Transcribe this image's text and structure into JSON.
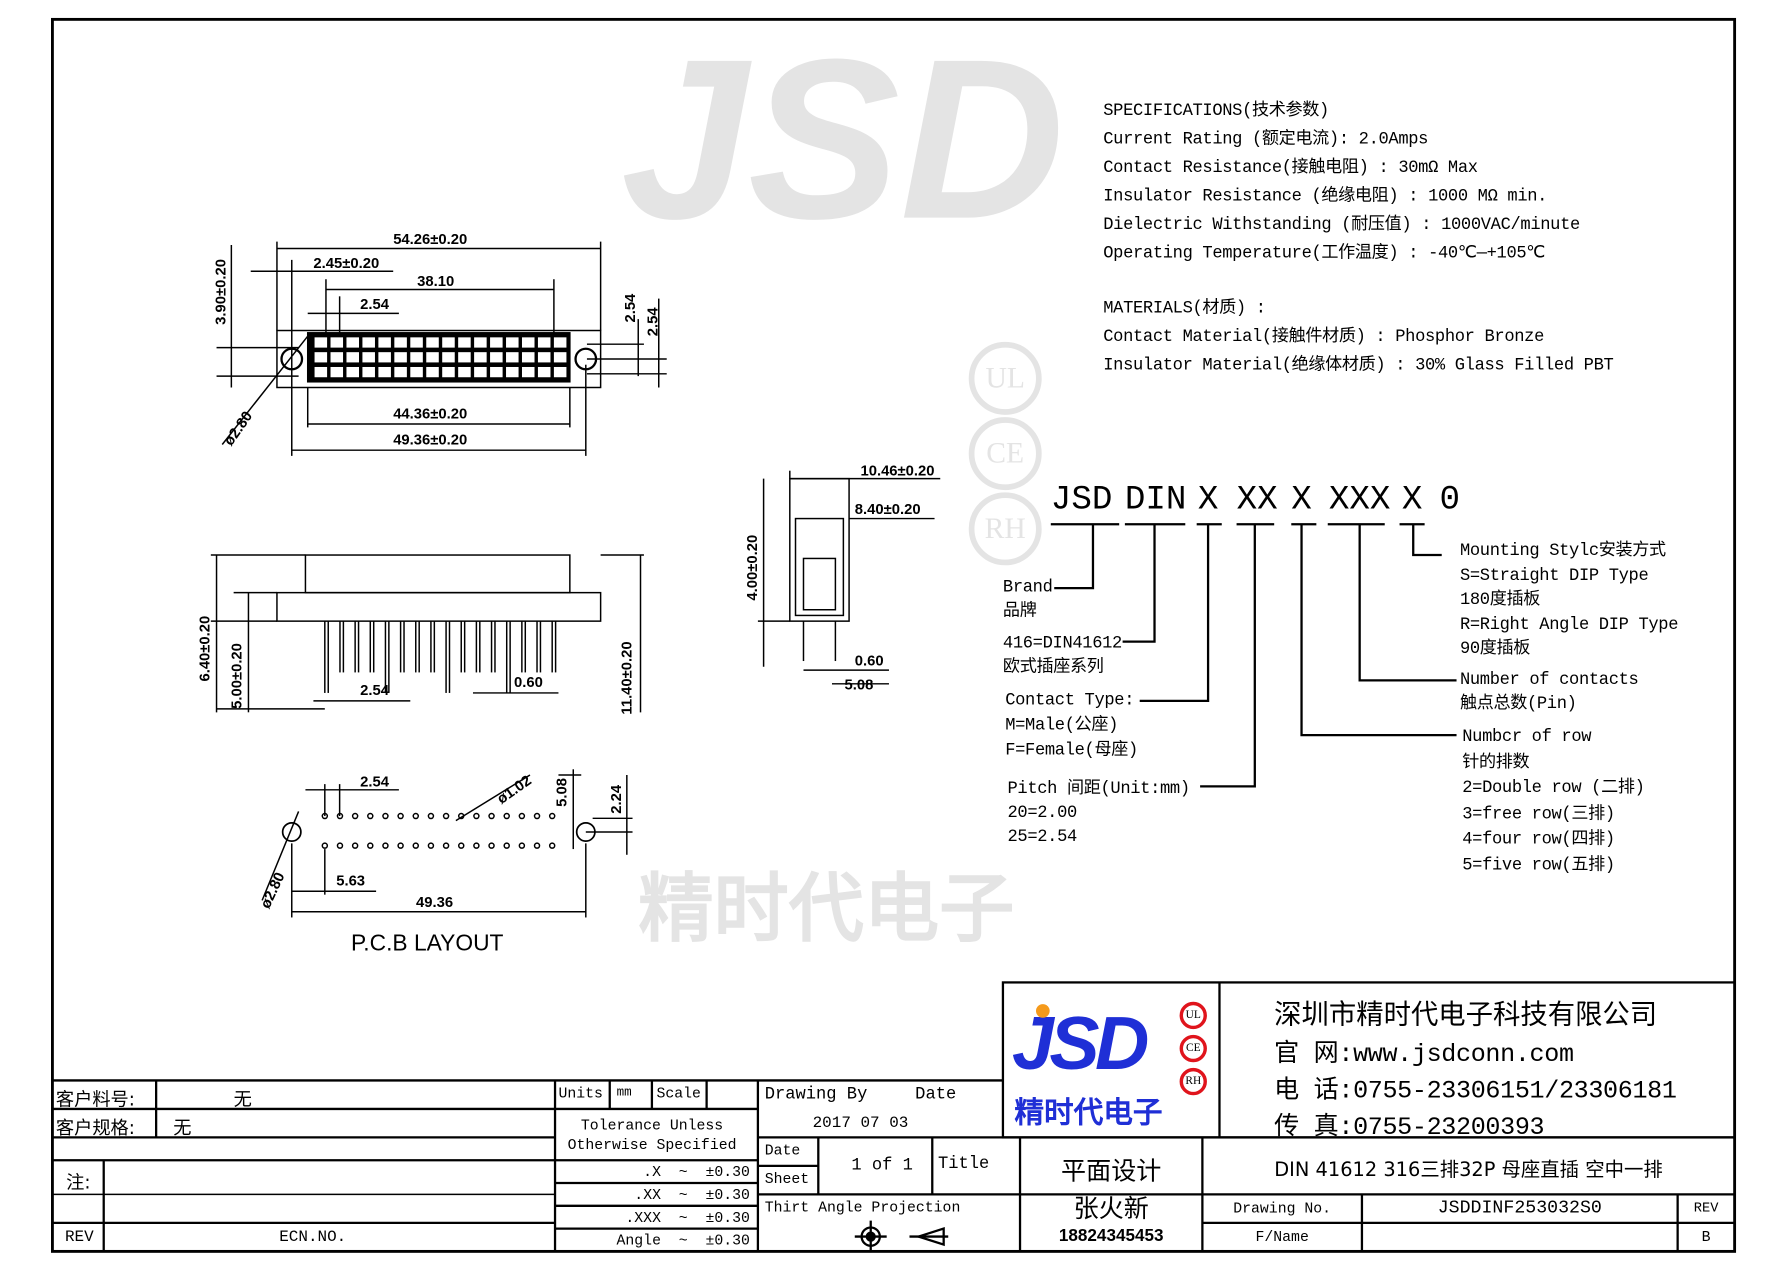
{
  "specifications": {
    "heading": "SPECIFICATIONS(技术参数)",
    "lines": [
      "Current Rating (额定电流):   2.0Amps",
      "Contact Resistance(接触电阻) : 30mΩ Max",
      "Insulator Resistance (绝缘电阻) : 1000 MΩ min.",
      "Dielectric Withstanding (耐压值) : 1000VAC/minute",
      "Operating Temperature(工作温度) : -40℃—+105℃"
    ]
  },
  "materials": {
    "heading": "MATERIALS(材质) :",
    "lines": [
      "Contact Material(接触件材质) :    Phosphor Bronze",
      "Insulator Material(绝缘体材质) : 30% Glass Filled PBT"
    ]
  },
  "part_number": {
    "segments": [
      "JSD",
      "DIN",
      "X",
      "XX",
      "X",
      "XXX",
      "X",
      "0"
    ],
    "brand": [
      "Brand",
      "品牌"
    ],
    "series": [
      "416=DIN41612",
      "欧式插座系列"
    ],
    "contact_type": [
      "Contact Type:",
      "M=Male(公座)",
      "F=Female(母座)"
    ],
    "pitch": [
      "Pitch 间距(Unit:mm)",
      "20=2.00",
      "25=2.54"
    ],
    "mounting": [
      "Mounting Stylc安装方式",
      "S=Straight DIP Type",
      "180度插板",
      "R=Right Angle DIP Type",
      "90度插板"
    ],
    "contacts": [
      "Number of contacts",
      "触点总数(Pin)"
    ],
    "rows": [
      "Numbcr of row",
      "针的排数",
      "2=Double row (二排)",
      "3=free row(三排)",
      "4=four row(四排)",
      "5=five row(五排)"
    ]
  },
  "dimensions": {
    "top_view": [
      "54.26±0.20",
      "2.45±0.20",
      "38.10",
      "2.54",
      "3.90±0.20",
      "2.54",
      "2.54",
      "44.36±0.20",
      "49.36±0.20",
      "ø2.80"
    ],
    "side_view": [
      "6.40±0.20",
      "5.00±0.20",
      "2.54",
      "0.60",
      "11.40±0.20"
    ],
    "end_view": [
      "10.46±0.20",
      "8.40±0.20",
      "4.00±0.20",
      "0.60",
      "5.08"
    ],
    "pcb": [
      "2.54",
      "ø1.02",
      "5.08",
      "2.24",
      "ø2.80",
      "5.63",
      "49.36"
    ],
    "pcb_title": "P.C.B LAYOUT"
  },
  "watermark": {
    "brand": "JSD",
    "text": "精时代电子",
    "certs": [
      "UL",
      "CE",
      "RH"
    ]
  },
  "title_block": {
    "customer_part_label": "客户料号:",
    "customer_part_value": "无",
    "customer_spec_label": "客户规格:",
    "customer_spec_value": "无",
    "note_label": "注:",
    "rev_label": "REV",
    "ecn_label": "ECN.NO.",
    "units_label": "Units",
    "units_value": "mm",
    "scale_label": "Scale",
    "tolerance_heading": [
      "Tolerance Unless",
      "Otherwise Specified"
    ],
    "tolerances": [
      {
        "k": ".X",
        "t": "~",
        "v": "±0.30"
      },
      {
        "k": ".XX",
        "t": "~",
        "v": "±0.30"
      },
      {
        "k": ".XXX",
        "t": "~",
        "v": "±0.30"
      },
      {
        "k": "Angle",
        "t": "~",
        "v": "±0.30"
      }
    ],
    "drawing_by_label": "Drawing By",
    "date_label": "Date",
    "date_value": "2017  07  03",
    "date_label2": "Date",
    "sheet_label": "Sheet",
    "sheet_value": "1 of 1",
    "title_label": "Title",
    "projection_label": "Thirt Angle Projection",
    "design_label": "平面设计",
    "designer_name": "张火新",
    "designer_phone": "18824345453",
    "product_title": "DIN  41612 316三排32P 母座直插 空中一排",
    "drawing_no_label": "Drawing No.",
    "drawing_no_value": "JSDDINF253032S0",
    "rev_label2": "REV",
    "fname_label": "F/Name",
    "rev_value": "B"
  },
  "company": {
    "logo_text": "JSD",
    "logo_cn": "精时代电子",
    "certs": [
      "UL",
      "CE",
      "RH"
    ],
    "name": "深圳市精时代电子科技有限公司",
    "web_label": "官    网:",
    "web": "www.jsdconn.com",
    "tel_label": "电    话:",
    "tel": "0755-23306151/23306181",
    "fax_label": "传    真:",
    "fax": "0755-23200393",
    "colors": {
      "blue": "#1f2fd6",
      "orange": "#f59a1b",
      "red": "#e0141c"
    }
  }
}
